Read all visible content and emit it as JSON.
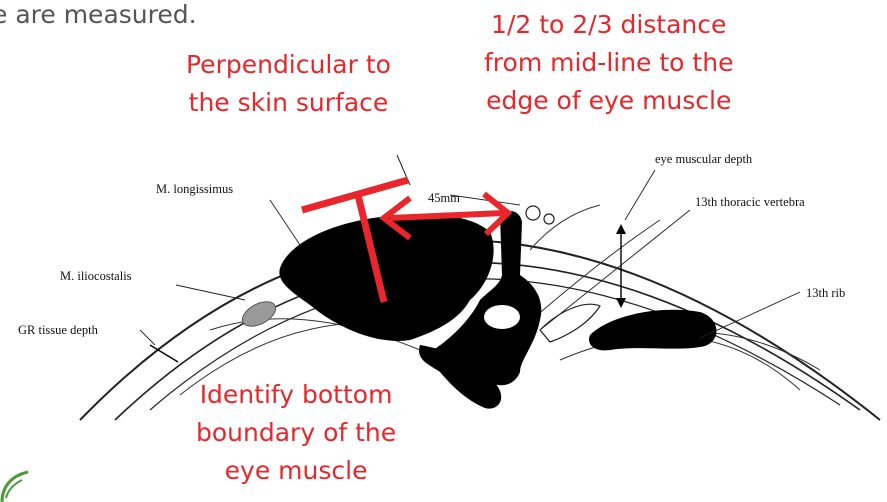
{
  "slide": {
    "top_text": "e are measured.",
    "perpendicular_note": [
      "Perpendicular to",
      "the skin surface"
    ],
    "distance_note": [
      "1/2 to 2/3 distance",
      "from mid-line to the",
      "edge of eye muscle"
    ],
    "bottom_note": [
      "Identify bottom",
      "boundary of the",
      "eye muscle"
    ]
  },
  "diagram": {
    "labels": {
      "longissimus": "M. longissimus",
      "iliocostalis": "M. iliocostalis",
      "gr_depth": "GR tissue depth",
      "eye_depth": "eye muscular depth",
      "vertebra": "13th thoracic vertebra",
      "rib": "13th rib",
      "measure": "45mm"
    }
  },
  "colors": {
    "accent_red": "#e8262b",
    "text_gray": "#555555"
  }
}
